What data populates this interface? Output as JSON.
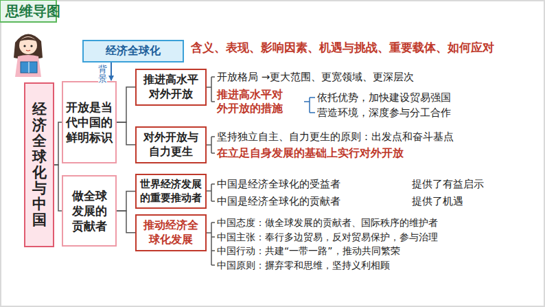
{
  "diagram": {
    "title": "思维导图",
    "nodes": [
      {
        "text": [
          "经济全球化"
        ]
      },
      {
        "text": [
          "经济全球化与中国"
        ]
      },
      {
        "text": [
          "开放是当代中国的鲜明标识"
        ]
      },
      {
        "text": [
          "做全球发展的贡献者"
        ]
      },
      {
        "text": [
          "推进高水平对外开放"
        ]
      },
      {
        "text": [
          "对外开放与自力更生"
        ]
      },
      {
        "text": [
          "世界经济发展的重要推动者"
        ]
      },
      {
        "text": [
          "推动经济全球化发展"
        ]
      }
    ],
    "edges": [
      {
        "from": 0,
        "to": 2,
        "arrow": "to",
        "label": "背景"
      },
      {
        "from": 1,
        "to": 2,
        "arrow": "none"
      },
      {
        "from": 1,
        "to": 3,
        "arrow": "none"
      },
      {
        "from": 2,
        "to": 4,
        "arrow": "none"
      },
      {
        "from": 2,
        "to": 5,
        "arrow": "none"
      },
      {
        "from": 3,
        "to": 6,
        "arrow": "none"
      },
      {
        "from": 3,
        "to": 7,
        "arrow": "none"
      }
    ],
    "labels": [
      "含义、表现、影响因素、机遇与挑战、重要载体、如何应对",
      "开放格局 →更大范围、更宽领域、更深层次",
      "推进高水平对外开放的措施",
      "依托优势，加快建设贸易强国",
      "营造环境，深度参与分工合作",
      "坚持独立自主、自力更生的原则：出发点和奋斗基点",
      "在立足自身发展的基础上实行对外开放",
      "中国是经济全球化的受益者",
      "中国是经济全球化的贡献者",
      "提供了有益启示",
      "提供了机遇",
      "中国态度：做全球发展的贡献者、国际秩序的维护者",
      "中国主张：奉行多边贸易，反对贸易保护，参与治理",
      "中国行动：共建“一带一路”，推动共同繁荣",
      "中国原则：摒弃零和思维，坚持义利相顾"
    ]
  }
}
